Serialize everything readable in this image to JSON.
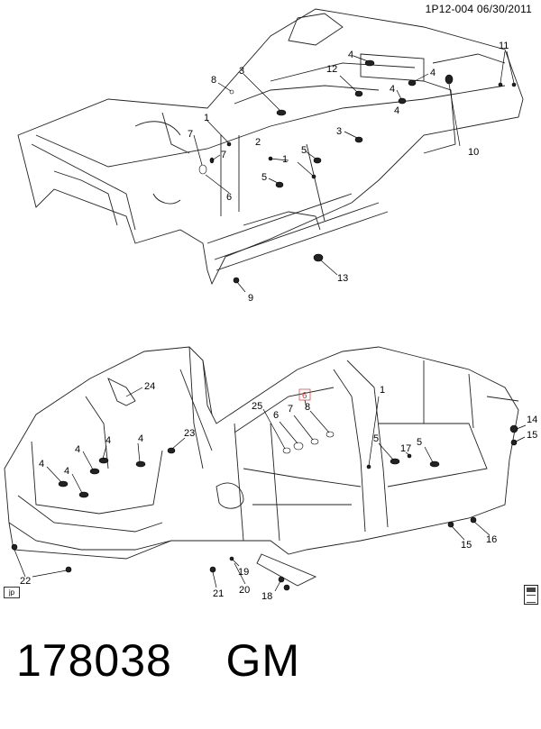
{
  "header": {
    "code": "1P12-004",
    "date": "06/30/2011"
  },
  "top_callouts": [
    "1",
    "1",
    "2",
    "3",
    "3",
    "4",
    "4",
    "4",
    "4",
    "5",
    "5",
    "6",
    "7",
    "7",
    "8",
    "9",
    "10",
    "11",
    "12",
    "13"
  ],
  "bottom_callouts": [
    "1",
    "4",
    "4",
    "4",
    "4",
    "4",
    "5",
    "5",
    "6",
    "7",
    "8",
    "14",
    "15",
    "15",
    "16",
    "17",
    "18",
    "19",
    "20",
    "21",
    "22",
    "23",
    "24",
    "25"
  ],
  "bottom_highlight": "6",
  "badges": {
    "jp": "jp"
  },
  "footer": {
    "part_number": "178038",
    "brand": "GM"
  }
}
